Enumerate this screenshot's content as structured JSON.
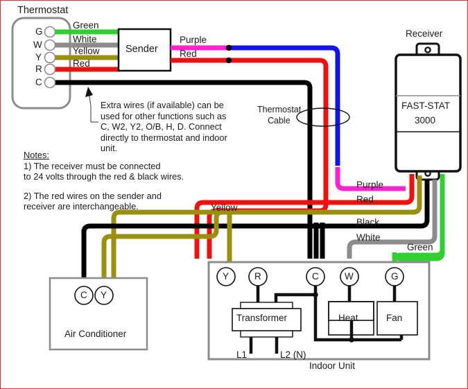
{
  "diagram": {
    "title_labels": {
      "thermostat": "Thermostat",
      "receiver": "Receiver",
      "sender": "Sender",
      "air_conditioner": "Air Conditioner",
      "indoor_unit": "Indoor Unit",
      "thermostat_cable_line1": "Thermostat",
      "thermostat_cable_line2": "Cable",
      "transformer": "Transformer"
    },
    "receiver_model": {
      "brand": "FAST-STAT",
      "model": "3000"
    },
    "thermostat_terminals": [
      {
        "letter": "G",
        "wire_label": "Green",
        "color": "#2fd02f"
      },
      {
        "letter": "W",
        "wire_label": "White",
        "color": "#8c8c8c"
      },
      {
        "letter": "Y",
        "wire_label": "Yellow",
        "color": "#9b8f10"
      },
      {
        "letter": "R",
        "wire_label": "Red",
        "color": "#ee1111"
      },
      {
        "letter": "C",
        "wire_label": "",
        "color": "#000000"
      }
    ],
    "sender_output_labels": [
      {
        "label": "Purple",
        "color": "#ff22d0"
      },
      {
        "label": "Red",
        "color": "#ee1111"
      }
    ],
    "receiver_output_labels": [
      {
        "label": "Purple",
        "color": "#ff22d0"
      },
      {
        "label": "Red",
        "color": "#ee1111"
      },
      {
        "label": "Black",
        "color": "#000000"
      },
      {
        "label": "White",
        "color": "#8c8c8c"
      },
      {
        "label": "Green",
        "color": "#2fd02f"
      }
    ],
    "mid_wire_labels": [
      {
        "label": "Yellow",
        "color": "#9b8f10"
      }
    ],
    "indoor_unit_terminals": [
      "Y",
      "R",
      "C",
      "W",
      "G"
    ],
    "indoor_unit_blocks": [
      "Transformer",
      "Heat",
      "Fan"
    ],
    "transformer_leads": [
      "L1",
      "L2 (N)"
    ],
    "air_conditioner_terminals": [
      "C",
      "Y"
    ],
    "callout": {
      "line1": "Extra wires (if available) can be",
      "line2": "used for other functions such as",
      "line3": "C, W2, Y2, O/B, H, D. Connect",
      "line4": "directly to thermostat and indoor",
      "line5": "unit."
    },
    "notes": {
      "heading": "Notes:",
      "note1_line1": "1) The receiver must be connected",
      "note1_line2": "to 24 volts through the red & black wires.",
      "note2_line1": "2) The red wires on the sender and",
      "note2_line2": "receiver are interchangeable."
    },
    "colors": {
      "green": "#2fd02f",
      "white_wire": "#8c8c8c",
      "yellow_wire": "#9b8f10",
      "red": "#ee1111",
      "black": "#000000",
      "purple": "#ff22d0",
      "blue": "#1414e8",
      "box_outline": "#8c8c8c",
      "border": "#e03030"
    }
  }
}
